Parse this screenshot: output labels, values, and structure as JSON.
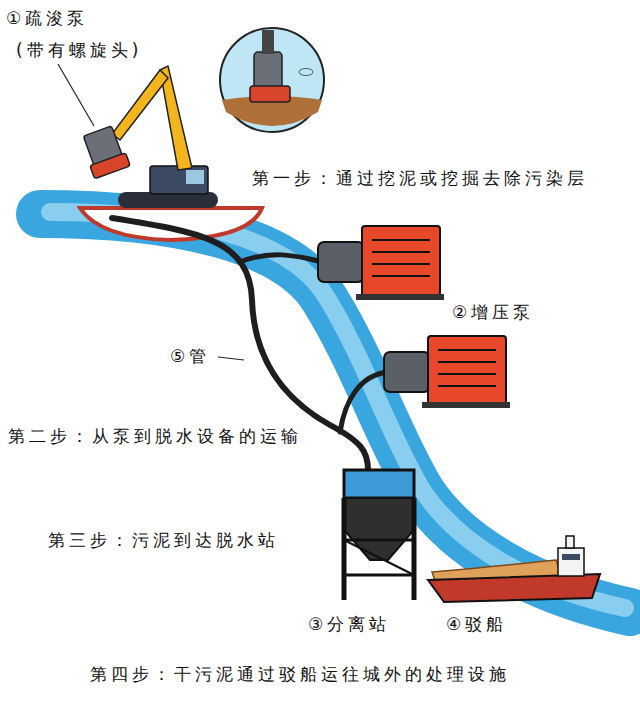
{
  "diagram": {
    "labels": [
      "①疏浚泵",
      "(带有螺旋头)",
      "第一步：通过挖泥或挖掘去除污染层",
      "②增压泵",
      "⑤管",
      "第二步：从泵到脱水设备的运输",
      "第三步：污泥到达脱水站",
      "③分离站",
      "④驳船",
      "第四步：干污泥通过驳船运往城外的处理设施"
    ]
  }
}
